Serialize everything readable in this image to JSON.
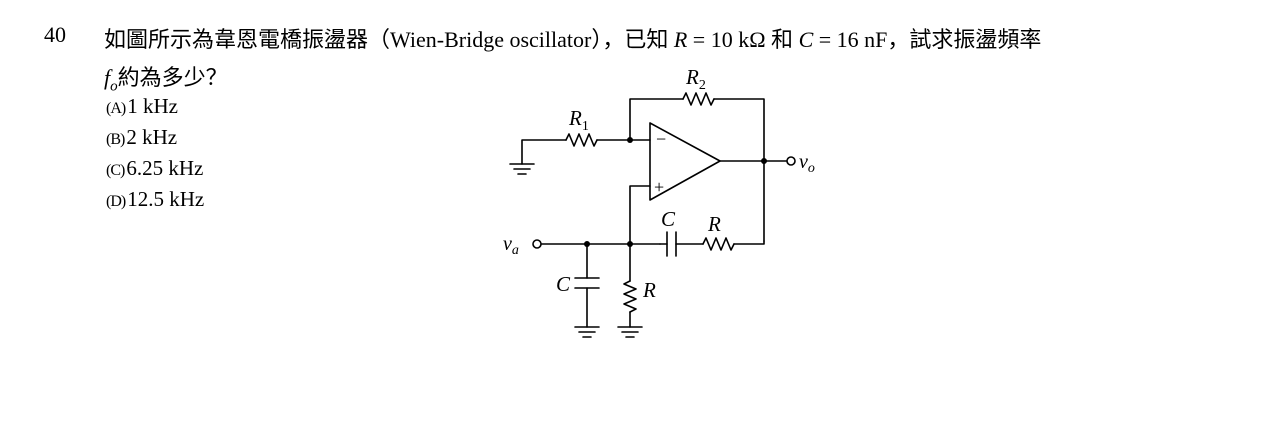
{
  "question": {
    "number": "40",
    "stem_part1": "如圖所示為韋恩電橋振盪器（Wien-Bridge oscillator），已知 ",
    "var_R": "R",
    "stem_part2": " = 10 kΩ 和 ",
    "var_C": "C",
    "stem_part3": " = 16 nF，試求振盪頻率",
    "var_f": "f",
    "sub_o": "o",
    "stem_part4": "約為多少？"
  },
  "options": [
    {
      "letter": "(A)",
      "text": "1 kHz"
    },
    {
      "letter": "(B)",
      "text": "2 kHz"
    },
    {
      "letter": "(C)",
      "text": "6.25 kHz"
    },
    {
      "letter": "(D)",
      "text": "12.5 kHz"
    }
  ],
  "circuit": {
    "labels": {
      "R2_main": "R",
      "R2_sub": "2",
      "R1_main": "R",
      "R1_sub": "1",
      "vo_main": "v",
      "vo_sub": "o",
      "va_main": "v",
      "va_sub": "a",
      "C_series": "C",
      "R_series": "R",
      "C_shunt": "C",
      "R_shunt": "R",
      "minus": "−",
      "plus": "+"
    }
  }
}
